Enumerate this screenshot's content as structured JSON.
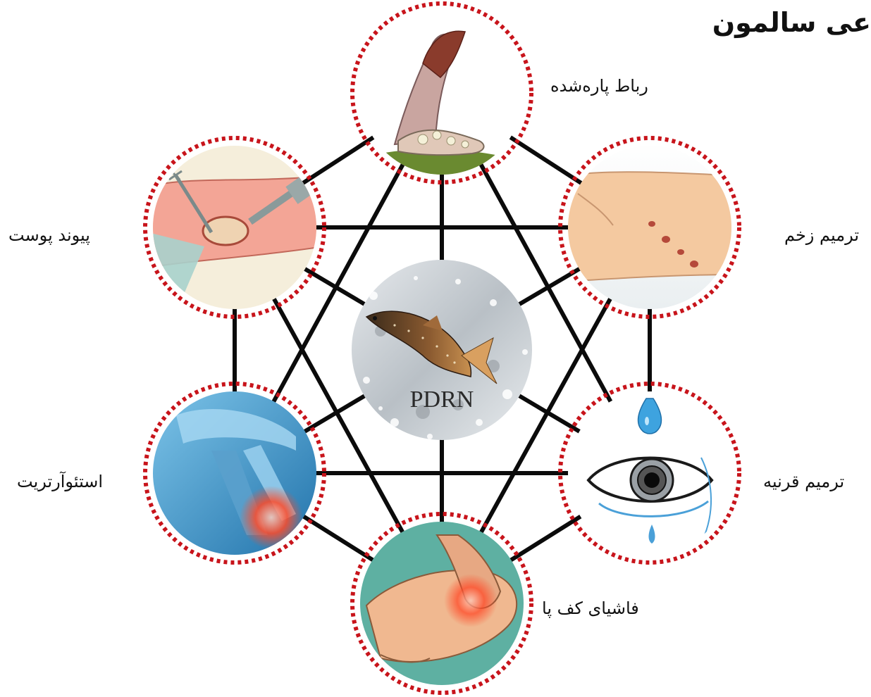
{
  "title_fragment": "عی سالمون",
  "center": {
    "label": "PDRN"
  },
  "nodes": [
    {
      "id": "ligament",
      "label": "رباط پاره‌شده"
    },
    {
      "id": "wound",
      "label": "ترمیم زخم"
    },
    {
      "id": "cornea",
      "label": "ترمیم قرنیه"
    },
    {
      "id": "plantar",
      "label": "فاشیای کف پا"
    },
    {
      "id": "osteo",
      "label": "استئوآرتریت"
    },
    {
      "id": "skin",
      "label": "پیوند پوست"
    }
  ],
  "colors": {
    "ring": "#c8141b",
    "line": "#0b0b0b",
    "text": "#111111"
  }
}
